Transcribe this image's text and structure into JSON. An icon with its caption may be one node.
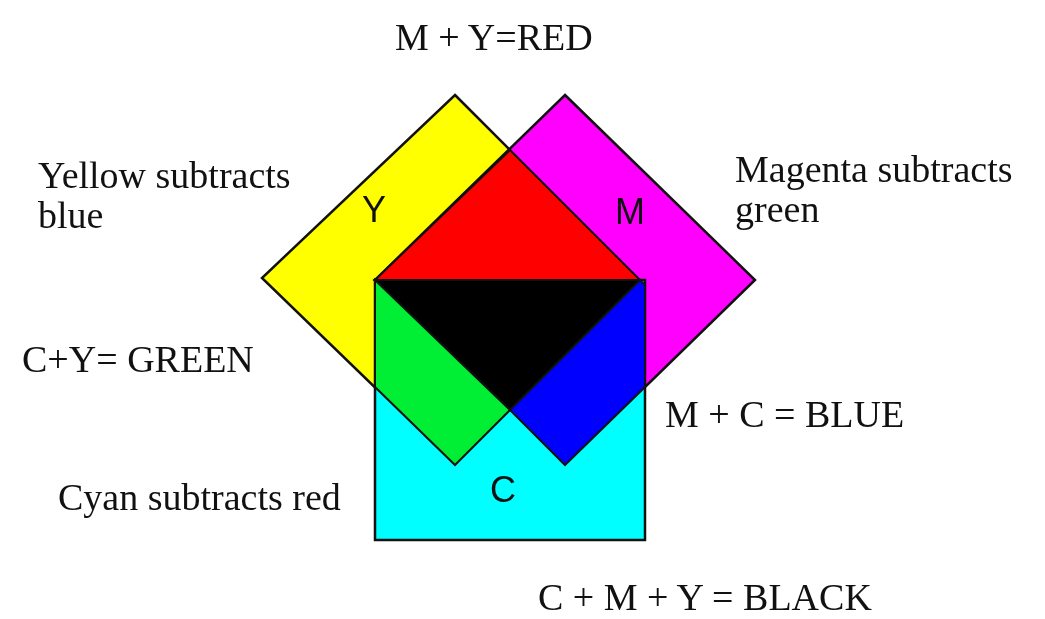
{
  "diagram": {
    "nodes": [
      {
        "text": [
          "Y"
        ]
      },
      {
        "text": [
          "M"
        ]
      },
      {
        "text": [
          "C"
        ]
      }
    ],
    "labels": [
      "M + Y=RED",
      "Yellow subtracts blue",
      "Magenta subtracts green",
      "C+Y= GREEN",
      "M + C = BLUE",
      "Cyan subtracts red",
      "C + M + Y = BLACK"
    ]
  }
}
